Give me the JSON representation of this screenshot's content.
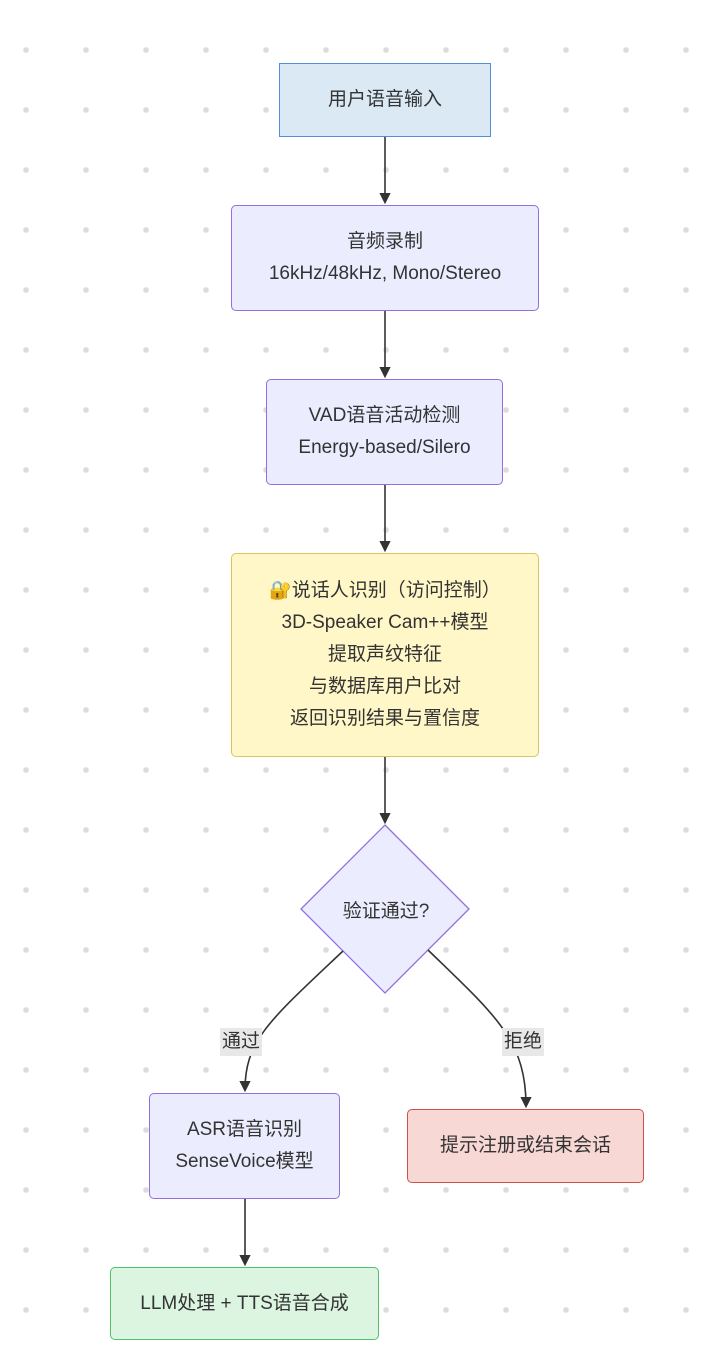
{
  "nodes": {
    "user_voice_input": {
      "lines": [
        "用户语音输入"
      ]
    },
    "audio_recording": {
      "lines": [
        "音频录制",
        "16kHz/48kHz, Mono/Stereo"
      ]
    },
    "vad": {
      "lines": [
        "VAD语音活动检测",
        "Energy-based/Silero"
      ]
    },
    "speaker_recognition": {
      "icon": "🔐",
      "lines": [
        "说话人识别（访问控制）",
        "3D-Speaker Cam++模型",
        "提取声纹特征",
        "与数据库用户比对",
        "返回识别结果与置信度"
      ]
    },
    "verification_decision": {
      "label": "验证通过?"
    },
    "asr": {
      "lines": [
        "ASR语音识别",
        "SenseVoice模型"
      ]
    },
    "reject_action": {
      "lines": [
        "提示注册或结束会话"
      ]
    },
    "llm_tts": {
      "lines": [
        "LLM处理 + TTS语音合成"
      ]
    }
  },
  "edge_labels": {
    "pass": "通过",
    "reject": "拒绝"
  },
  "colors": {
    "edge": "#333333",
    "input_fill": "#dbe9f5",
    "process_fill": "#ececff",
    "auth_fill": "#fff7c7",
    "reject_fill": "#f8d8d4",
    "success_fill": "#dcf5e0"
  }
}
